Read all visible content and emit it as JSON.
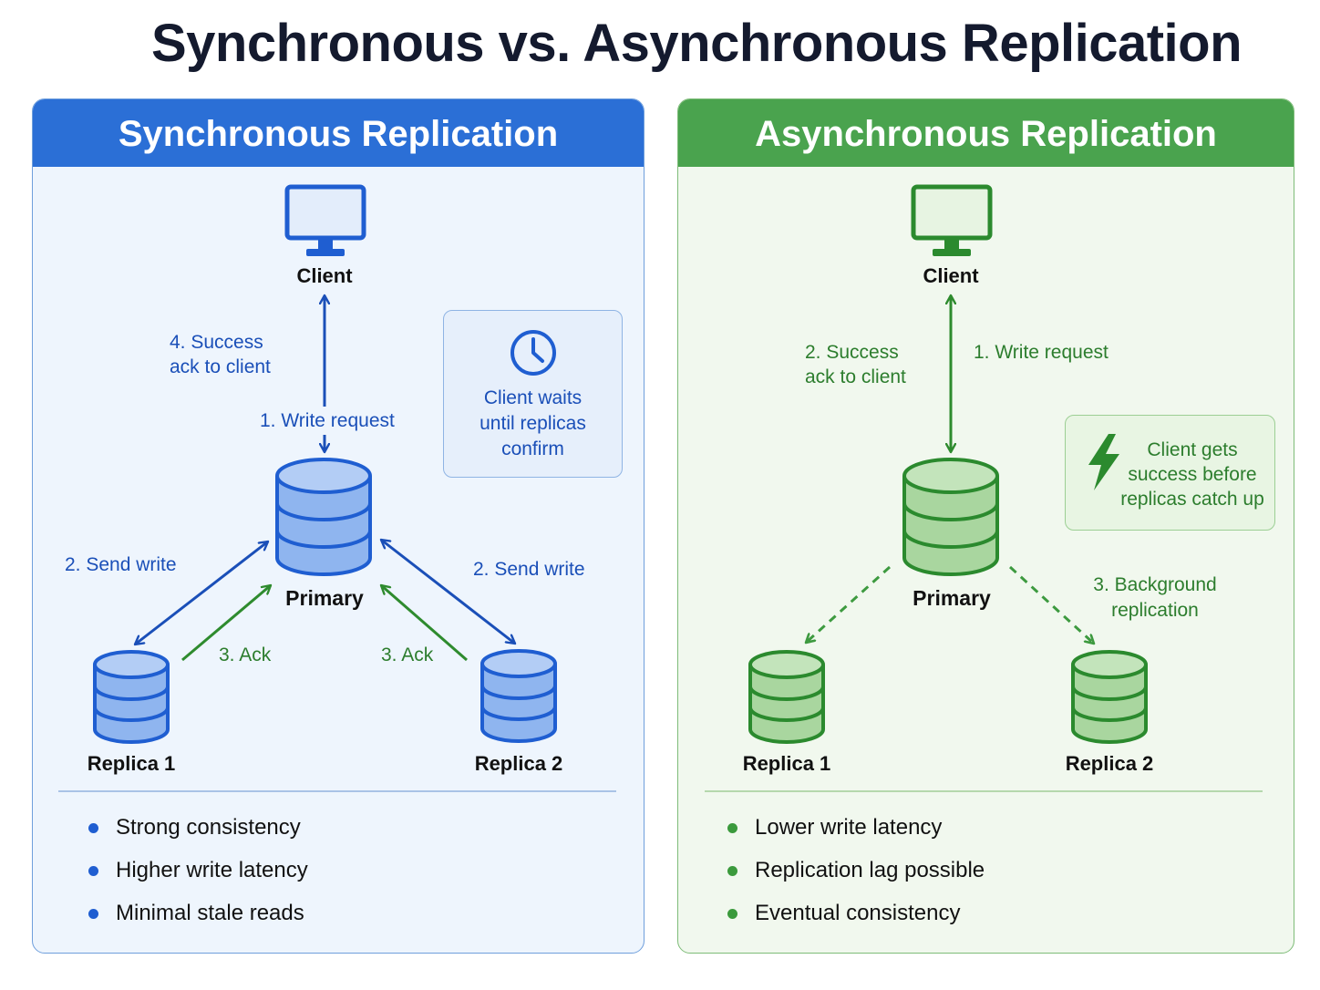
{
  "title": "Synchronous vs. Asynchronous Replication",
  "colors": {
    "sync_accent": "#2b6fd6",
    "async_accent": "#4aa34e",
    "sync_arrow": "#1a4fb8",
    "ack_arrow": "#2e8b2e"
  },
  "sync": {
    "header": "Synchronous Replication",
    "client_label": "Client",
    "primary_label": "Primary",
    "replica1_label": "Replica 1",
    "replica2_label": "Replica 2",
    "write_request": "1. Write request",
    "send_write_left": "2. Send write",
    "send_write_right": "2. Send write",
    "ack_left": "3. Ack",
    "ack_right": "3. Ack",
    "success_line1": "4. Success",
    "success_line2": "ack to client",
    "note_icon": "clock-icon",
    "note_lines": [
      "Client waits",
      "until replicas",
      "confirm"
    ],
    "bullets": [
      "Strong consistency",
      "Higher write latency",
      "Minimal stale reads"
    ]
  },
  "async": {
    "header": "Asynchronous Replication",
    "client_label": "Client",
    "primary_label": "Primary",
    "replica1_label": "Replica 1",
    "replica2_label": "Replica 2",
    "write_request": "1. Write request",
    "success_line1": "2. Success",
    "success_line2": "ack to client",
    "background_line1": "3. Background",
    "background_line2": "replication",
    "note_icon": "lightning-icon",
    "note_lines": [
      "Client gets",
      "success before",
      "replicas catch up"
    ],
    "bullets": [
      "Lower write latency",
      "Replication lag possible",
      "Eventual consistency"
    ]
  }
}
